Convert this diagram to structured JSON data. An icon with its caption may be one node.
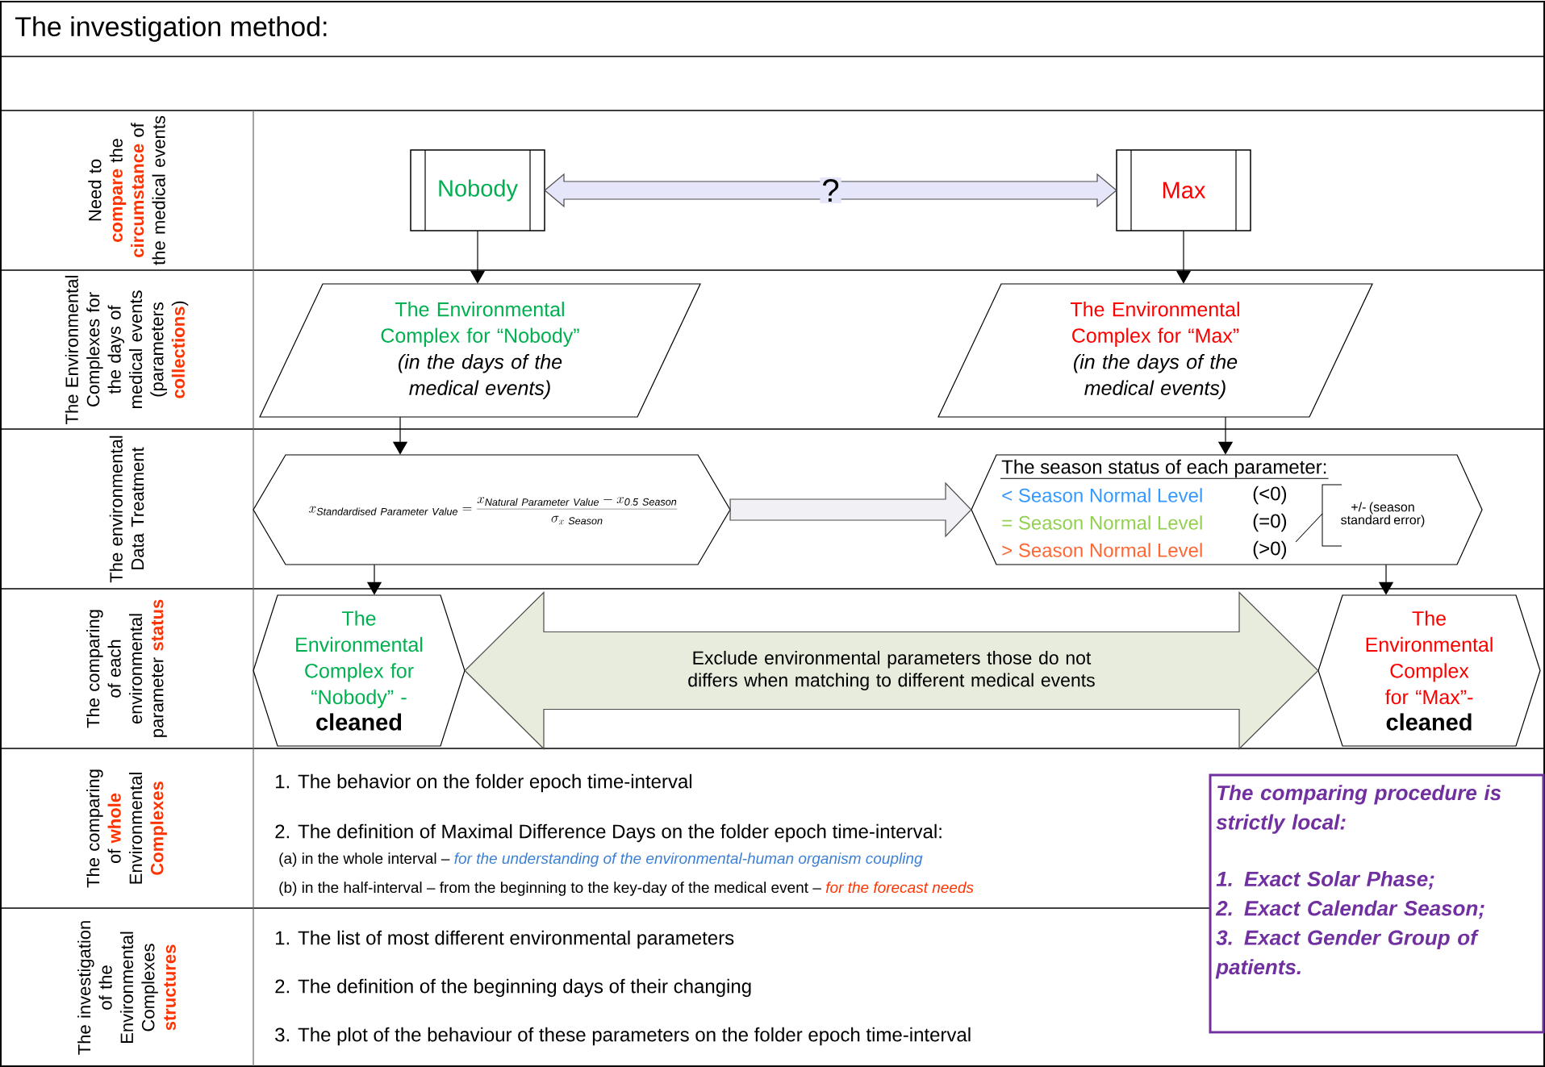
{
  "diagram": {
    "title": "The investigation method:",
    "nodes": [
      {
        "text": [
          "Nobody"
        ]
      },
      {
        "text": [
          "Max"
        ]
      },
      {
        "text": [
          "The Environmental Complex for “Nobody”",
          "(in the days of the medical events)"
        ]
      },
      {
        "text": [
          "The Environmental Complex for “Max”",
          "(in the days of the medical events)"
        ]
      },
      {
        "text": [
          "x_{\\mathit{Standardised\\ Parameter\\ Value}}=\\frac{x_{\\mathit{Natural\\ Parameter\\ Value}}-x_{\\mathit{0.5\\ Season}}}{\\sigma_{x\\ \\mathit{Season}}}"
        ]
      },
      {
        "text": [
          "The season status of each parameter:",
          "< Season Normal Level",
          "(<0)",
          "= Season Normal Level",
          "(=0)",
          "> Season Normal Level",
          "(>0)",
          "+/- (season standard error)"
        ]
      },
      {
        "text": [
          "The Environmental Complex for “Nobody” -",
          "cleaned"
        ]
      },
      {
        "text": [
          "The Environmental Complex for “Max”-",
          "cleaned"
        ]
      },
      {
        "text": [
          "The comparing procedure is strictly local:",
          "1. Exact Solar Phase;",
          "2. Exact Calendar Season;",
          "3. Exact Gender Group of patients."
        ]
      }
    ],
    "edges": [
      {
        "from": 0,
        "to": 1,
        "arrow": "both",
        "label": "?",
        "style": "thick",
        "color": "#e6e6fa"
      },
      {
        "from": 0,
        "to": 2,
        "arrow": "to"
      },
      {
        "from": 1,
        "to": 3,
        "arrow": "to"
      },
      {
        "from": 2,
        "to": 4,
        "arrow": "to"
      },
      {
        "from": 3,
        "to": 5,
        "arrow": "to"
      },
      {
        "from": 4,
        "to": 5,
        "arrow": "to",
        "style": "thick",
        "color": "#f0f0f5"
      },
      {
        "from": 4,
        "to": 6,
        "arrow": "to"
      },
      {
        "from": 5,
        "to": 7,
        "arrow": "to"
      },
      {
        "from": 6,
        "to": 7,
        "arrow": "both",
        "style": "thick",
        "color": "#e8ecdc",
        "label": "Exclude environmental parameters those do not differs when matching to different medical events"
      }
    ],
    "labels": [
      "Need to **compare** the **circumstance** of the medical events",
      "The Environmental Complexes for the days of medical events (parameters **collections**)",
      "The environmental Data Treatment",
      "The comparing of each environmental parameter **status**",
      "The comparing of **whole** Environmental **Complexes**",
      "The investigation of the Environmental Complexes **structures**",
      "1. The behavior on the folder epoch time-interval",
      "2. The definition of Maximal Difference Days on the folder epoch time-interval:",
      "(a) in the whole interval – *for the understanding of the environmental-human organism coupling*",
      "(b) in the half-interval – from the beginning to the key-day of the medical event – *for the forecast needs*",
      "1. The list of most different environmental parameters",
      "2. The definition of the beginning days of their changing",
      "3. The plot of the behaviour of these parameters on the folder epoch time-interval"
    ]
  }
}
